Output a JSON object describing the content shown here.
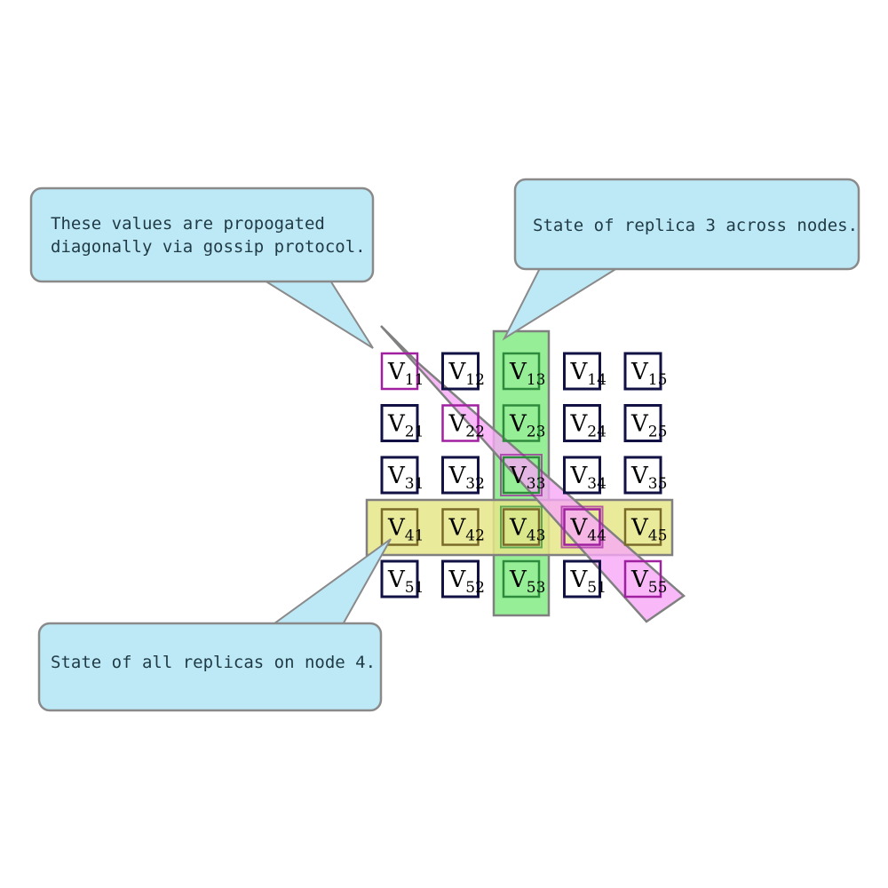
{
  "diagram": {
    "title": "Replica state grid with gossip propagation",
    "colors": {
      "callout_fill": "#bde9f7",
      "callout_stroke": "#8a8a8a",
      "callout_text": "#1f3a44",
      "cell_border_default": "#111144",
      "cell_border_replica": "#2e8b3d",
      "cell_border_node": "#7a6a2a",
      "cell_border_gossip": "#a020a0",
      "band_column_fill": "#90ee90",
      "band_row_fill": "#e6e68a",
      "band_diagonal_fill": "#f7a8f7",
      "band_stroke": "#808080",
      "background": "#ffffff"
    },
    "grid": {
      "rows": 5,
      "cols": 5,
      "cells": [
        [
          {
            "label": "V",
            "sub": "11",
            "style": "gossip"
          },
          {
            "label": "V",
            "sub": "12",
            "style": "default"
          },
          {
            "label": "V",
            "sub": "13",
            "style": "replica"
          },
          {
            "label": "V",
            "sub": "14",
            "style": "default"
          },
          {
            "label": "V",
            "sub": "15",
            "style": "default"
          }
        ],
        [
          {
            "label": "V",
            "sub": "21",
            "style": "default"
          },
          {
            "label": "V",
            "sub": "22",
            "style": "gossip"
          },
          {
            "label": "V",
            "sub": "23",
            "style": "replica"
          },
          {
            "label": "V",
            "sub": "24",
            "style": "default"
          },
          {
            "label": "V",
            "sub": "25",
            "style": "default"
          }
        ],
        [
          {
            "label": "V",
            "sub": "31",
            "style": "default"
          },
          {
            "label": "V",
            "sub": "32",
            "style": "default"
          },
          {
            "label": "V",
            "sub": "33",
            "style": "replica-gossip"
          },
          {
            "label": "V",
            "sub": "34",
            "style": "default"
          },
          {
            "label": "V",
            "sub": "35",
            "style": "default"
          }
        ],
        [
          {
            "label": "V",
            "sub": "41",
            "style": "node"
          },
          {
            "label": "V",
            "sub": "42",
            "style": "node"
          },
          {
            "label": "V",
            "sub": "43",
            "style": "node-replica"
          },
          {
            "label": "V",
            "sub": "44",
            "style": "node-gossip"
          },
          {
            "label": "V",
            "sub": "45",
            "style": "node"
          }
        ],
        [
          {
            "label": "V",
            "sub": "51",
            "style": "default"
          },
          {
            "label": "V",
            "sub": "52",
            "style": "default"
          },
          {
            "label": "V",
            "sub": "53",
            "style": "replica"
          },
          {
            "label": "V",
            "sub": "51",
            "style": "default"
          },
          {
            "label": "V",
            "sub": "55",
            "style": "gossip"
          }
        ]
      ]
    },
    "bands": {
      "column_replica3": {
        "name": "replica-3-column-band"
      },
      "row_node4": {
        "name": "node-4-row-band"
      },
      "diagonal_gossip": {
        "name": "gossip-diagonal-band"
      }
    },
    "callouts": [
      {
        "id": "gossip-callout",
        "lines": [
          "These values are propogated",
          "diagonally via gossip protocol."
        ]
      },
      {
        "id": "replica-callout",
        "lines": [
          "State of replica 3 across nodes."
        ]
      },
      {
        "id": "node-callout",
        "lines": [
          "State of all replicas on node 4."
        ]
      }
    ]
  }
}
